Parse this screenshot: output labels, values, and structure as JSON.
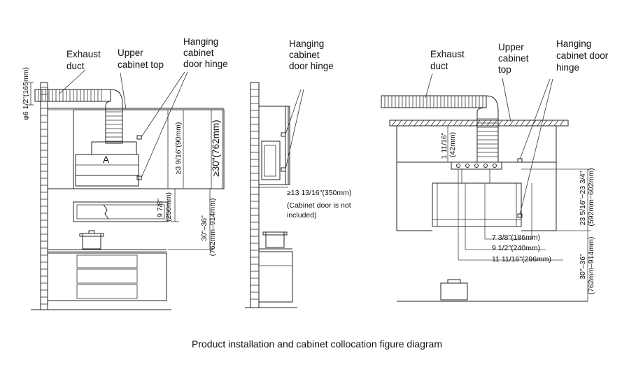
{
  "caption": "Product installation and cabinet collocation figure diagram",
  "left_view": {
    "duct_diameter": "φ6 1/2\"(165mm)",
    "exhaust_duct": [
      "Exhaust",
      "duct"
    ],
    "upper_cabinet_top": [
      "Upper",
      "cabinet top"
    ],
    "hinge": [
      "Hanging",
      "cabinet",
      "door hinge"
    ],
    "unit_label": "A",
    "dim_height": "≥3 9/16\"(90mm)",
    "dim_cabinet": "≥30\"(762mm)",
    "dim_hood": [
      "9 7/8\"",
      "(250mm)"
    ],
    "dim_cooktop": [
      "30\"–36\"",
      "(762mm–914mm)"
    ]
  },
  "middle_view": {
    "hinge": [
      "Hanging",
      "cabinet",
      "door hinge"
    ],
    "depth": "≥13 13/16\"(350mm)",
    "note": [
      "(Cabinet door is not",
      "included)"
    ]
  },
  "right_view": {
    "exhaust_duct": [
      "Exhaust",
      "duct"
    ],
    "upper_cabinet_top": [
      "Upper",
      "cabinet",
      "top"
    ],
    "hinge": [
      "Hanging",
      "cabinet door",
      "hinge"
    ],
    "gap": [
      "1 11/16\"",
      "(42mm)"
    ],
    "dim_range": [
      "23 5/16\"~23 3/4\"",
      "(592mm~602mm)"
    ],
    "dim_186": "7 3/8\"(186mm)",
    "dim_240": "9 1/2\"(240mm)",
    "dim_296": "11 11/16\"(296mm)",
    "dim_cooktop": [
      "30\"–36\"",
      "(762mm–914mm)"
    ]
  }
}
